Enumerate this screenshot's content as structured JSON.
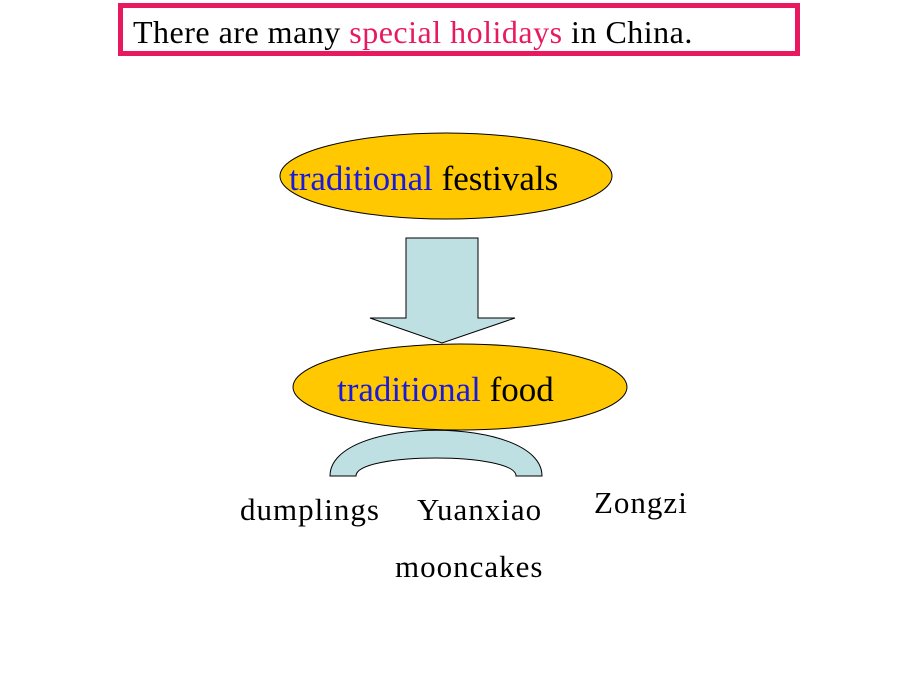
{
  "title": {
    "prefix": "There are many ",
    "highlight": "special holidays",
    "suffix": " in China."
  },
  "festivals": {
    "highlight": "traditional",
    "rest": " festivals"
  },
  "food": {
    "highlight": "traditional",
    "rest": " food"
  },
  "foods": [
    "dumplings",
    "Yuanxiao",
    "Zongzi",
    "mooncakes"
  ],
  "colors": {
    "title_border": "#e8195f",
    "highlight_pink": "#e8195f",
    "highlight_blue": "#1a1adb",
    "ellipse_fill": "#ffc800",
    "arrow_fill": "#bfe0e3"
  }
}
